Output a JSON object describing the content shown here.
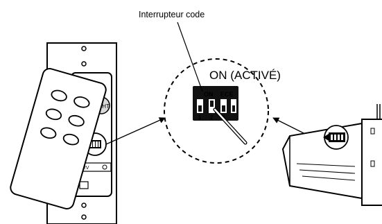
{
  "callout": {
    "label": "Interrupteur code"
  },
  "switch_state": {
    "label": "ON (ACTIVÉ)"
  },
  "dip_switch": {
    "header_on": "ON",
    "header_code": "ECE",
    "numbers": [
      "1",
      "2",
      "3"
    ]
  },
  "remote": {
    "button_text": "GHT"
  },
  "power_jack": {
    "label": "12V"
  }
}
